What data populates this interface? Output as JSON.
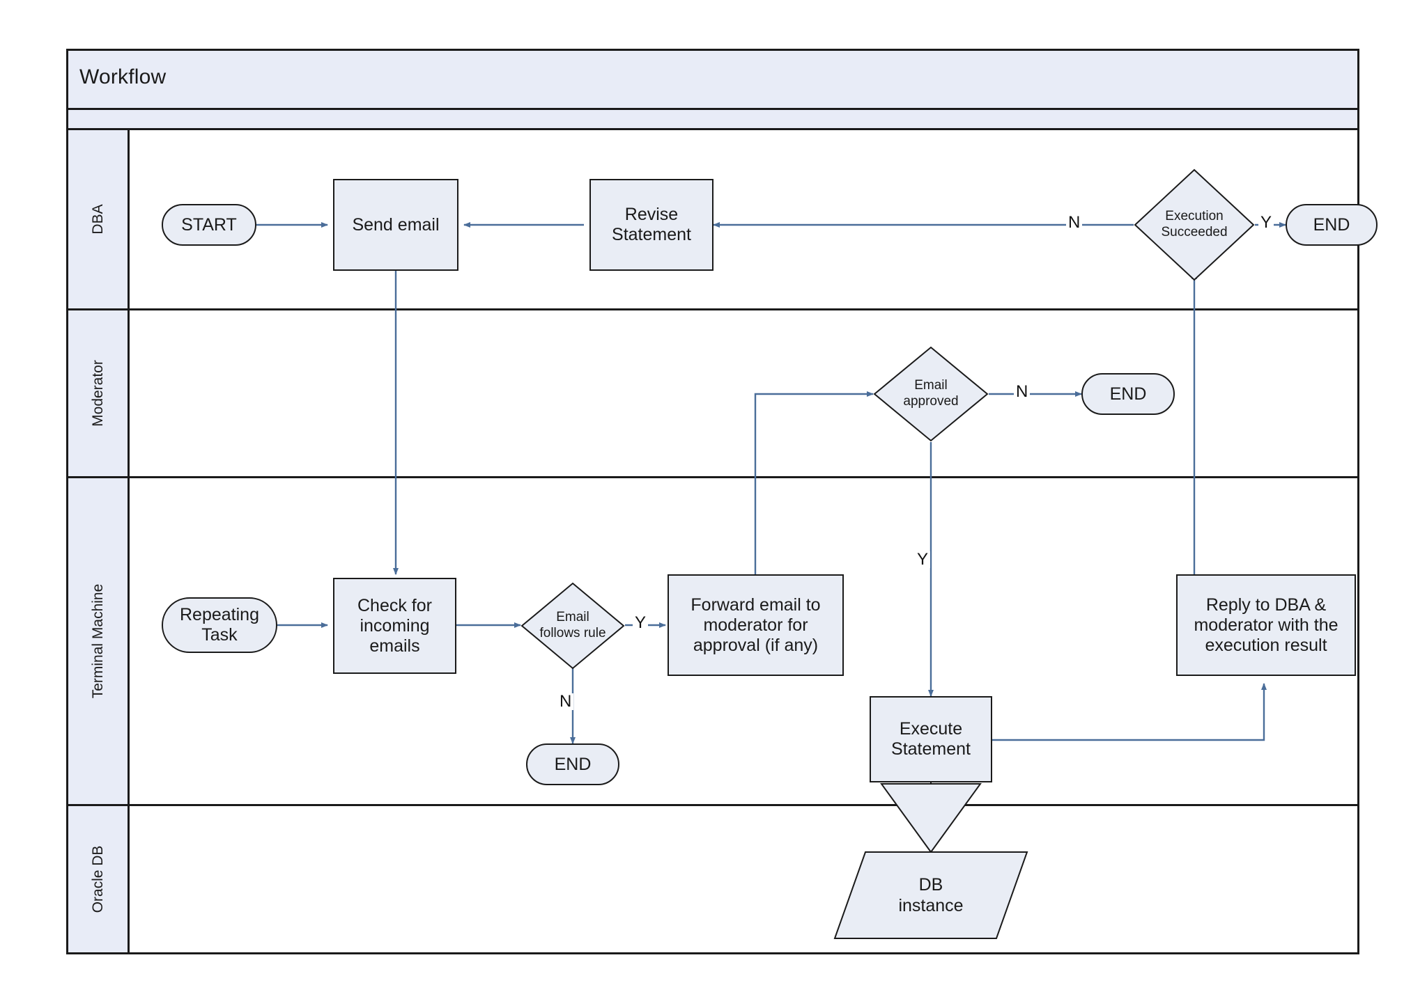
{
  "pool": {
    "title": "Workflow"
  },
  "lanes": [
    {
      "id": "dba",
      "label": "DBA"
    },
    {
      "id": "moderator",
      "label": "Moderator"
    },
    {
      "id": "terminal",
      "label": "Terminal Machine"
    },
    {
      "id": "oracle",
      "label": "Oracle DB"
    }
  ],
  "nodes": {
    "start": {
      "label": "START",
      "type": "terminator",
      "lane": "dba"
    },
    "send_email": {
      "label": "Send email",
      "type": "process",
      "lane": "dba"
    },
    "revise_statement": {
      "label": "Revise\nStatement",
      "type": "process",
      "lane": "dba"
    },
    "execution_succeeded": {
      "label": "Execution\nSucceeded",
      "type": "decision",
      "lane": "dba"
    },
    "end_dba": {
      "label": "END",
      "type": "terminator",
      "lane": "dba"
    },
    "email_approved": {
      "label": "Email\napproved",
      "type": "decision",
      "lane": "moderator"
    },
    "end_moderator": {
      "label": "END",
      "type": "terminator",
      "lane": "moderator"
    },
    "repeating_task": {
      "label": "Repeating\nTask",
      "type": "terminator",
      "lane": "terminal"
    },
    "check_incoming": {
      "label": "Check for\nincoming\nemails",
      "type": "process",
      "lane": "terminal"
    },
    "email_follows_rule": {
      "label": "Email\nfollows rule",
      "type": "decision",
      "lane": "terminal"
    },
    "forward_email": {
      "label": "Forward email to\nmoderator for\napproval (if any)",
      "type": "process",
      "lane": "terminal"
    },
    "end_terminal": {
      "label": "END",
      "type": "terminator",
      "lane": "terminal"
    },
    "execute_statement": {
      "label": "Execute\nStatement",
      "type": "process",
      "lane": "terminal"
    },
    "reply_to_dba": {
      "label": "Reply to DBA &\nmoderator with the\nexecution result",
      "type": "process",
      "lane": "terminal"
    },
    "db_instance": {
      "label": "DB\ninstance",
      "type": "parallelogram",
      "lane": "oracle"
    }
  },
  "edge_labels": {
    "exec_no": "N",
    "exec_yes": "Y",
    "approved_no": "N",
    "approved_yes": "Y",
    "rule_yes": "Y",
    "rule_no": "N"
  },
  "colors": {
    "shape_fill": "#e9edf5",
    "shape_stroke": "#1a1a1a",
    "lane_header_fill": "#e8ecf7",
    "connector": "#4a6d99",
    "frame": "#1a1a1a",
    "page_bg": "#ffffff"
  }
}
